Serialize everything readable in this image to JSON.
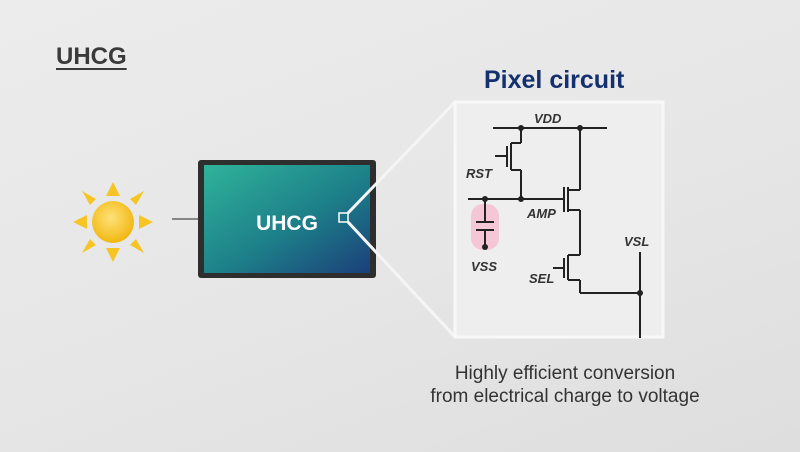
{
  "title": "UHCG",
  "chip": {
    "label": "UHCG"
  },
  "circuit": {
    "title": "Pixel circuit",
    "labels": {
      "vdd": "VDD",
      "rst": "RST",
      "amp": "AMP",
      "vss": "VSS",
      "sel": "SEL",
      "vsl": "VSL"
    }
  },
  "caption": {
    "line1": "Highly efficient conversion",
    "line2": "from electrical charge to voltage"
  },
  "colors": {
    "sun": "#f6c524",
    "title_blue": "#14306e",
    "chip_teal": "#1f8f8c",
    "capacitor_highlight": "#f4c6d6"
  }
}
